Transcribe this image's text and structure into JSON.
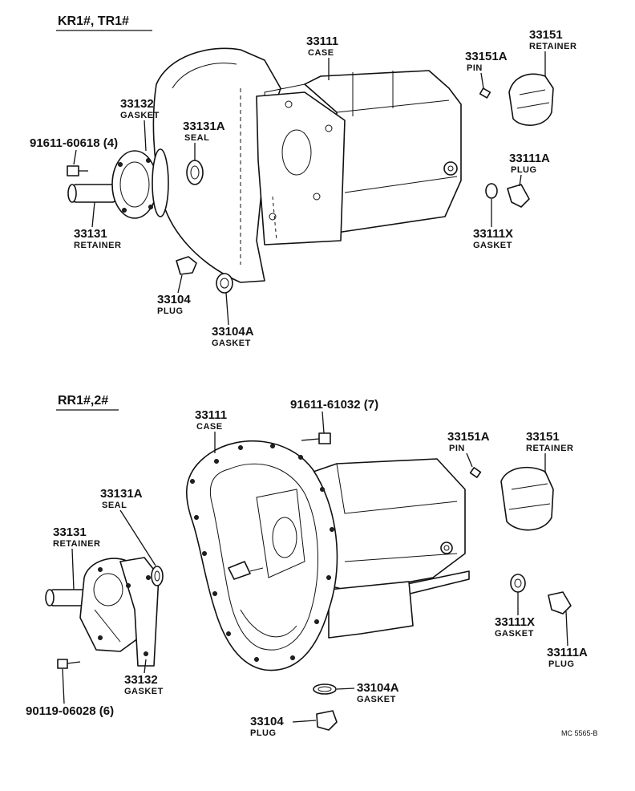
{
  "sections": {
    "top": {
      "title": "KR1#, TR1#"
    },
    "bottom": {
      "title": "RR1#,2#"
    }
  },
  "top_labels": {
    "case": {
      "num": "33111",
      "desc": "CASE"
    },
    "pin": {
      "num": "33151A",
      "desc": "PIN"
    },
    "retainer_clutch": {
      "num": "33151",
      "desc": "RETAINER"
    },
    "gasket_front": {
      "num": "33132",
      "desc": "GASKET"
    },
    "seal": {
      "num": "33131A",
      "desc": "SEAL"
    },
    "bolt": {
      "num": "91611-60618 (4)"
    },
    "plug_side": {
      "num": "33111A",
      "desc": "PLUG"
    },
    "retainer_front": {
      "num": "33131",
      "desc": "RETAINER"
    },
    "gasket_side": {
      "num": "33111X",
      "desc": "GASKET"
    },
    "plug_bottom": {
      "num": "33104",
      "desc": "PLUG"
    },
    "gasket_bottom": {
      "num": "33104A",
      "desc": "GASKET"
    }
  },
  "bottom_labels": {
    "case": {
      "num": "33111",
      "desc": "CASE"
    },
    "bolt_case": {
      "num": "91611-61032 (7)"
    },
    "pin": {
      "num": "33151A",
      "desc": "PIN"
    },
    "retainer_clutch": {
      "num": "33151",
      "desc": "RETAINER"
    },
    "seal": {
      "num": "33131A",
      "desc": "SEAL"
    },
    "retainer_front": {
      "num": "33131",
      "desc": "RETAINER"
    },
    "gasket_side": {
      "num": "33111X",
      "desc": "GASKET"
    },
    "plug_side": {
      "num": "33111A",
      "desc": "PLUG"
    },
    "gasket_front": {
      "num": "33132",
      "desc": "GASKET"
    },
    "bolt_retainer": {
      "num": "90119-06028 (6)"
    },
    "gasket_bottom": {
      "num": "33104A",
      "desc": "GASKET"
    },
    "plug_bottom": {
      "num": "33104",
      "desc": "PLUG"
    }
  },
  "footer": {
    "ref": "MC 5565-B"
  }
}
